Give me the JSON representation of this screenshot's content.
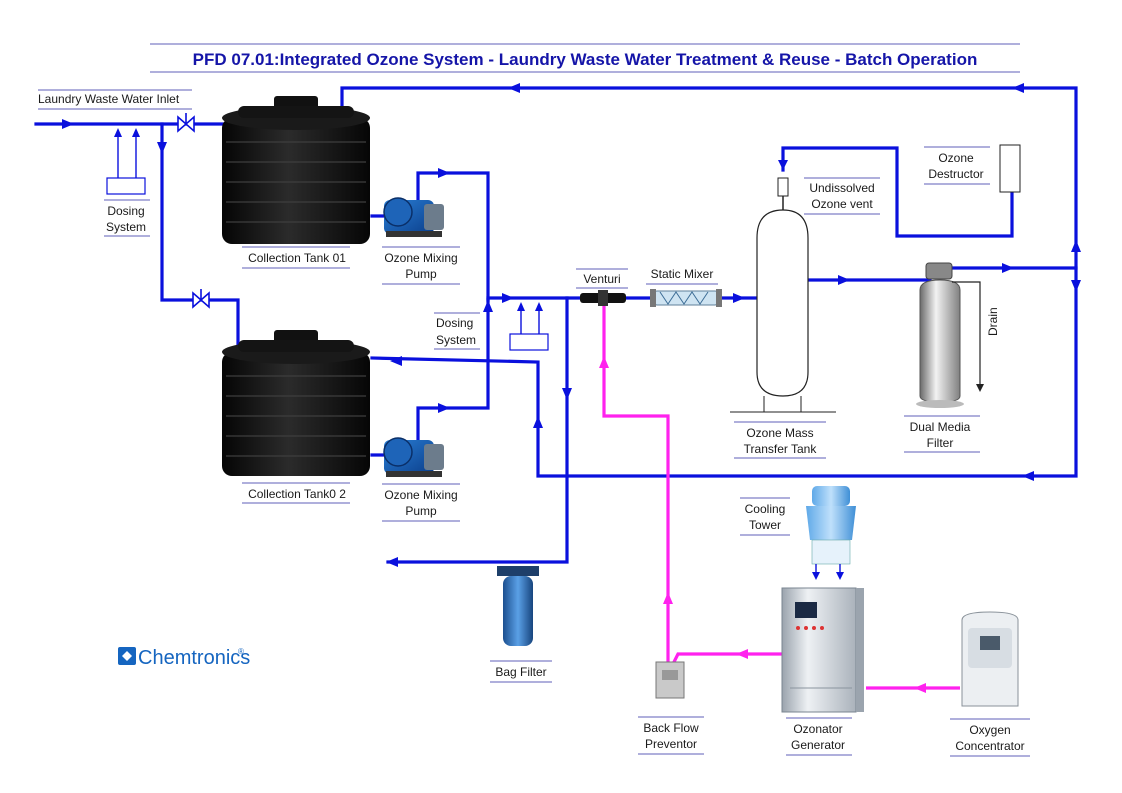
{
  "title": "PFD 07.01:Integrated Ozone System - Laundry Waste Water Treatment & Reuse - Batch Operation",
  "brand": {
    "name": "Chemtronics",
    "mark": "®"
  },
  "colors": {
    "water_line": "#0a10dd",
    "ozone_line": "#ff22ee",
    "title": "#1515a8"
  },
  "labels": {
    "inlet": "Laundry Waste Water Inlet",
    "dosing1": [
      "Dosing",
      "System"
    ],
    "dosing2": [
      "Dosing",
      "System"
    ],
    "tank1": "Collection Tank 01",
    "tank2": "Collection Tank0 2",
    "pump1": [
      "Ozone Mixing",
      "Pump"
    ],
    "pump2": [
      "Ozone Mixing",
      "Pump"
    ],
    "venturi": "Venturi",
    "static_mixer": "Static Mixer",
    "mass_tank": [
      "Ozone Mass",
      "Transfer Tank"
    ],
    "vent": [
      "Undissolved",
      "Ozone vent"
    ],
    "destructor": [
      "Ozone",
      "Destructor"
    ],
    "dual_media": [
      "Dual Media",
      "Filter"
    ],
    "drain": "Drain",
    "cooling": [
      "Cooling",
      "Tower"
    ],
    "bag_filter": "Bag Filter",
    "backflow": [
      "Back Flow",
      "Preventor"
    ],
    "ozonator": [
      "Ozonator",
      "Generator"
    ],
    "oxygen": [
      "Oxygen",
      "Concentrator"
    ]
  }
}
